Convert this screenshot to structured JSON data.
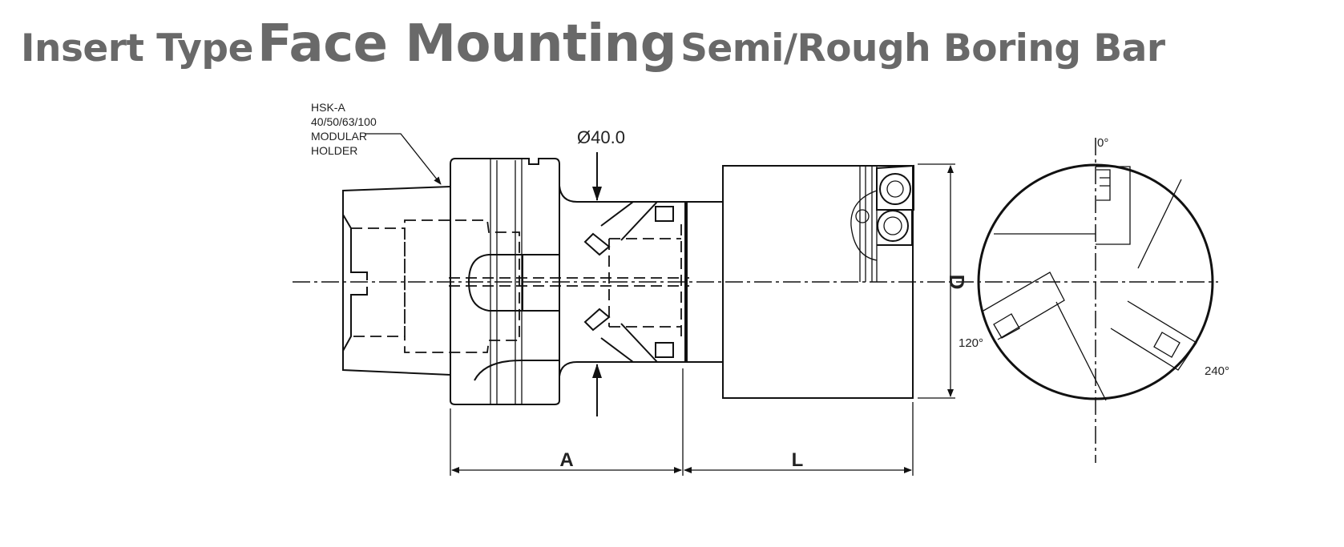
{
  "title": {
    "part1": "Insert Type",
    "part2": "Face Mounting",
    "part3": "Semi/Rough Boring Bar"
  },
  "drawing": {
    "holder_note": [
      "HSK-A",
      "40/50/63/100",
      "MODULAR",
      "HOLDER"
    ],
    "diameter_label": "Ø40.0",
    "dim_a": "A",
    "dim_l": "L",
    "dim_d": "D",
    "angles": {
      "a0": "0°",
      "a120": "120°",
      "a240": "240°"
    }
  }
}
